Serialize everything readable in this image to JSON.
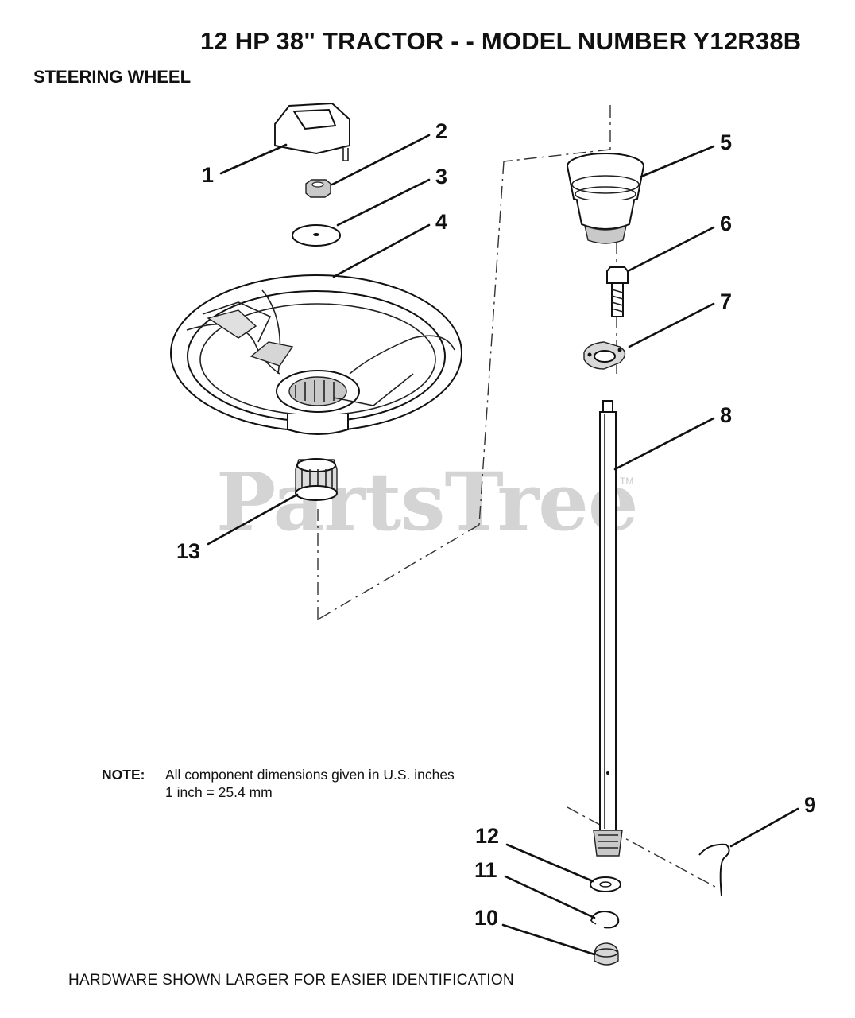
{
  "title": "12 HP 38\" TRACTOR - - MODEL NUMBER Y12R38B",
  "section": "STEERING WHEEL",
  "callouts": [
    "1",
    "2",
    "3",
    "4",
    "5",
    "6",
    "7",
    "8",
    "9",
    "10",
    "11",
    "12",
    "13"
  ],
  "note": {
    "label": "NOTE:",
    "line1": "All component dimensions given in U.S. inches",
    "line2": "1 inch = 25.4 mm"
  },
  "footer": "HARDWARE SHOWN LARGER FOR EASIER IDENTIFICATION",
  "watermark": "PartsTree",
  "trademark": "TM",
  "parts": [
    {
      "ref": "1",
      "icon": "cap-icon"
    },
    {
      "ref": "2",
      "icon": "nut-icon"
    },
    {
      "ref": "3",
      "icon": "washer-icon"
    },
    {
      "ref": "4",
      "icon": "steering-wheel-icon"
    },
    {
      "ref": "5",
      "icon": "boot-icon"
    },
    {
      "ref": "6",
      "icon": "bolt-icon"
    },
    {
      "ref": "7",
      "icon": "bearing-flange-icon"
    },
    {
      "ref": "8",
      "icon": "steering-shaft-icon"
    },
    {
      "ref": "9",
      "icon": "pin-icon"
    },
    {
      "ref": "10",
      "icon": "cap-nut-icon"
    },
    {
      "ref": "11",
      "icon": "retaining-ring-icon"
    },
    {
      "ref": "12",
      "icon": "flat-washer-icon"
    },
    {
      "ref": "13",
      "icon": "adapter-icon"
    }
  ]
}
